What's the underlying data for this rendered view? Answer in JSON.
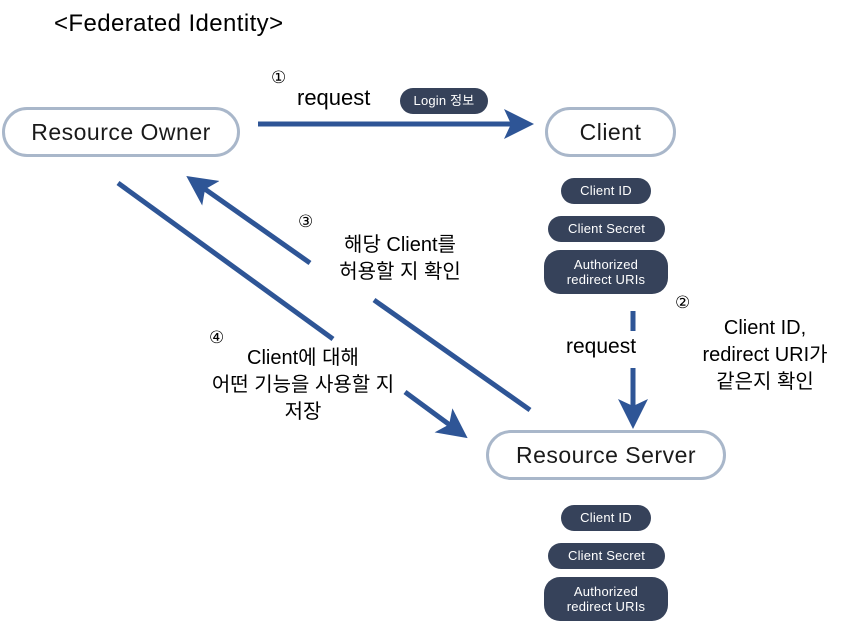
{
  "diagram": {
    "title": "<Federated Identity>",
    "accent_arrow_color": "#2e5596",
    "node_border_color": "#a9b7ca",
    "badge_color": "#36425a",
    "nodes": [
      {
        "id": "resource-owner",
        "label": "Resource Owner"
      },
      {
        "id": "client",
        "label": "Client"
      },
      {
        "id": "resource-server",
        "label": "Resource Server"
      }
    ],
    "client_credentials": [
      {
        "label": "Client ID"
      },
      {
        "label": "Client Secret"
      },
      {
        "label": "Authorized\nredirect URIs"
      }
    ],
    "server_credentials": [
      {
        "label": "Client ID"
      },
      {
        "label": "Client Secret"
      },
      {
        "label": "Authorized\nredirect URIs"
      }
    ],
    "login_badge": {
      "label": "Login 정보"
    },
    "steps": [
      {
        "number": "①",
        "label": "request",
        "note": "",
        "from": "resource-owner",
        "to": "client"
      },
      {
        "number": "②",
        "label": "request",
        "note": "Client ID,\nredirect URI가\n같은지 확인",
        "from": "client",
        "to": "resource-server"
      },
      {
        "number": "③",
        "label": "",
        "note": "해당 Client를\n허용할 지 확인",
        "from": "resource-server",
        "to": "resource-owner"
      },
      {
        "number": "④",
        "label": "",
        "note": "Client에 대해\n어떤 기능을 사용할 지\n저장",
        "from": "resource-owner",
        "to": "resource-server"
      }
    ]
  }
}
